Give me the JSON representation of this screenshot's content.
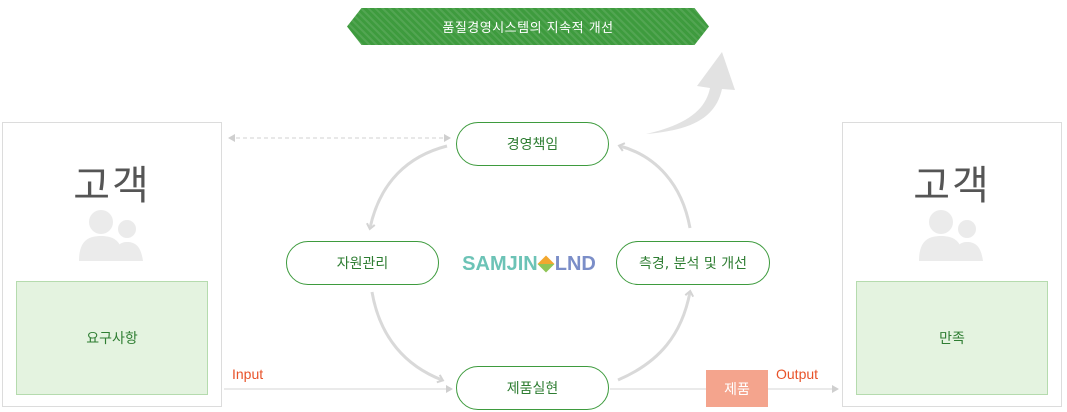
{
  "banner": {
    "text": "품질경영시스템의 지속적 개선"
  },
  "customer_left": {
    "title": "고객",
    "box_label": "요구사항"
  },
  "customer_right": {
    "title": "고객",
    "box_label": "만족"
  },
  "process": {
    "top": "경영책임",
    "left": "자원관리",
    "right": "측경, 분석 및 개선",
    "bottom": "제품실현"
  },
  "logo": {
    "part1": "SAMJIN",
    "part2": "LND"
  },
  "flow": {
    "input_label": "Input",
    "output_label": "Output",
    "product_label": "제품"
  },
  "colors": {
    "brand_green": "#3e9b3e",
    "light_green": "#e4f3e0",
    "io_orange": "#e8532a",
    "product_box": "#f4a48d",
    "arrow_gray": "#dedede"
  },
  "icons": [
    "people-icon",
    "curved-arrow-icon",
    "cycle-arrows"
  ]
}
